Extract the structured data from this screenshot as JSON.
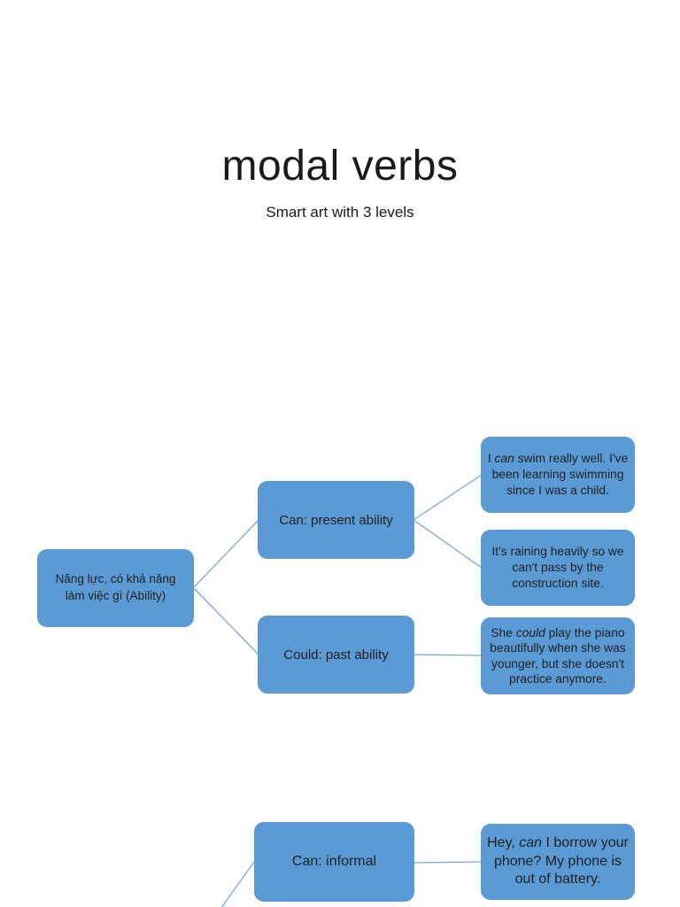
{
  "slide": {
    "title": "modal verbs",
    "subtitle": "Smart art with 3 levels"
  },
  "colors": {
    "box_fill": "#5b9bd5",
    "connector_line": "#7ea6db",
    "box_text": "#1f1f1f",
    "title_text": "#1a1a1a"
  },
  "diagram": {
    "nodes": [
      {
        "id": "ability-root",
        "level": 1,
        "text": "Năng lực, có khả năng\nlàm việc gì (Ability)"
      },
      {
        "id": "can-present-ability",
        "level": 2,
        "text": "Can: present ability"
      },
      {
        "id": "could-past-ability",
        "level": 2,
        "text": "Could: past ability"
      },
      {
        "id": "example-can-swim",
        "level": 3,
        "text": "I *can* swim really well. I've\nbeen learning swimming\nsince I was a child."
      },
      {
        "id": "example-cant-pass",
        "level": 3,
        "text": "It's raining heavily so we\ncan't pass by the\nconstruction site."
      },
      {
        "id": "example-could-piano",
        "level": 3,
        "text": "She *could* play the piano\nbeautifully when she was\nyounger, but she doesn't\npractice anymore."
      },
      {
        "id": "can-informal",
        "level": 2,
        "text": "Can: informal"
      },
      {
        "id": "example-can-borrow",
        "level": 3,
        "text": "Hey, *can* I borrow your\nphone? My phone is\nout of battery."
      }
    ]
  }
}
